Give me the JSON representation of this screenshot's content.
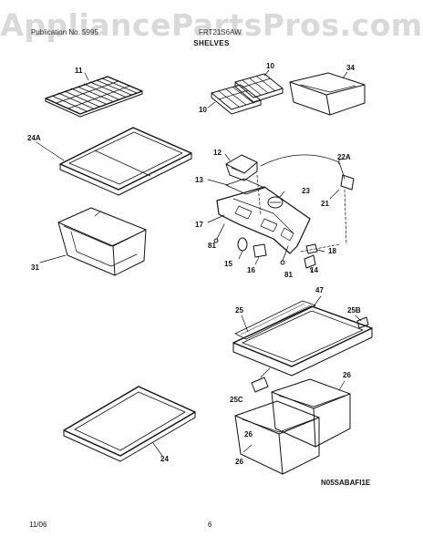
{
  "watermark": "AppliancePartsPros.com",
  "header": {
    "left": "Publication No. 5995",
    "center": "FRT21S6AW",
    "section_title": "SHELVES"
  },
  "callouts": {
    "c11": "11",
    "c10a": "10",
    "c34": "34",
    "c10b": "10",
    "c24a": "24A",
    "c12": "12",
    "c22a": "22A",
    "c13": "13",
    "c23": "23",
    "c21": "21",
    "c17": "17",
    "c31": "31",
    "c18": "18",
    "c81a": "81",
    "c15": "15",
    "c16": "16",
    "c81b": "81",
    "c14": "14",
    "c47": "47",
    "c25": "25",
    "c25b": "25B",
    "c26a": "26",
    "c25c": "25C",
    "c26b": "26",
    "c24": "24",
    "c26c": "26"
  },
  "figure_code": "N05SABAFI1E",
  "footer": {
    "date": "11/06",
    "page": "6"
  }
}
